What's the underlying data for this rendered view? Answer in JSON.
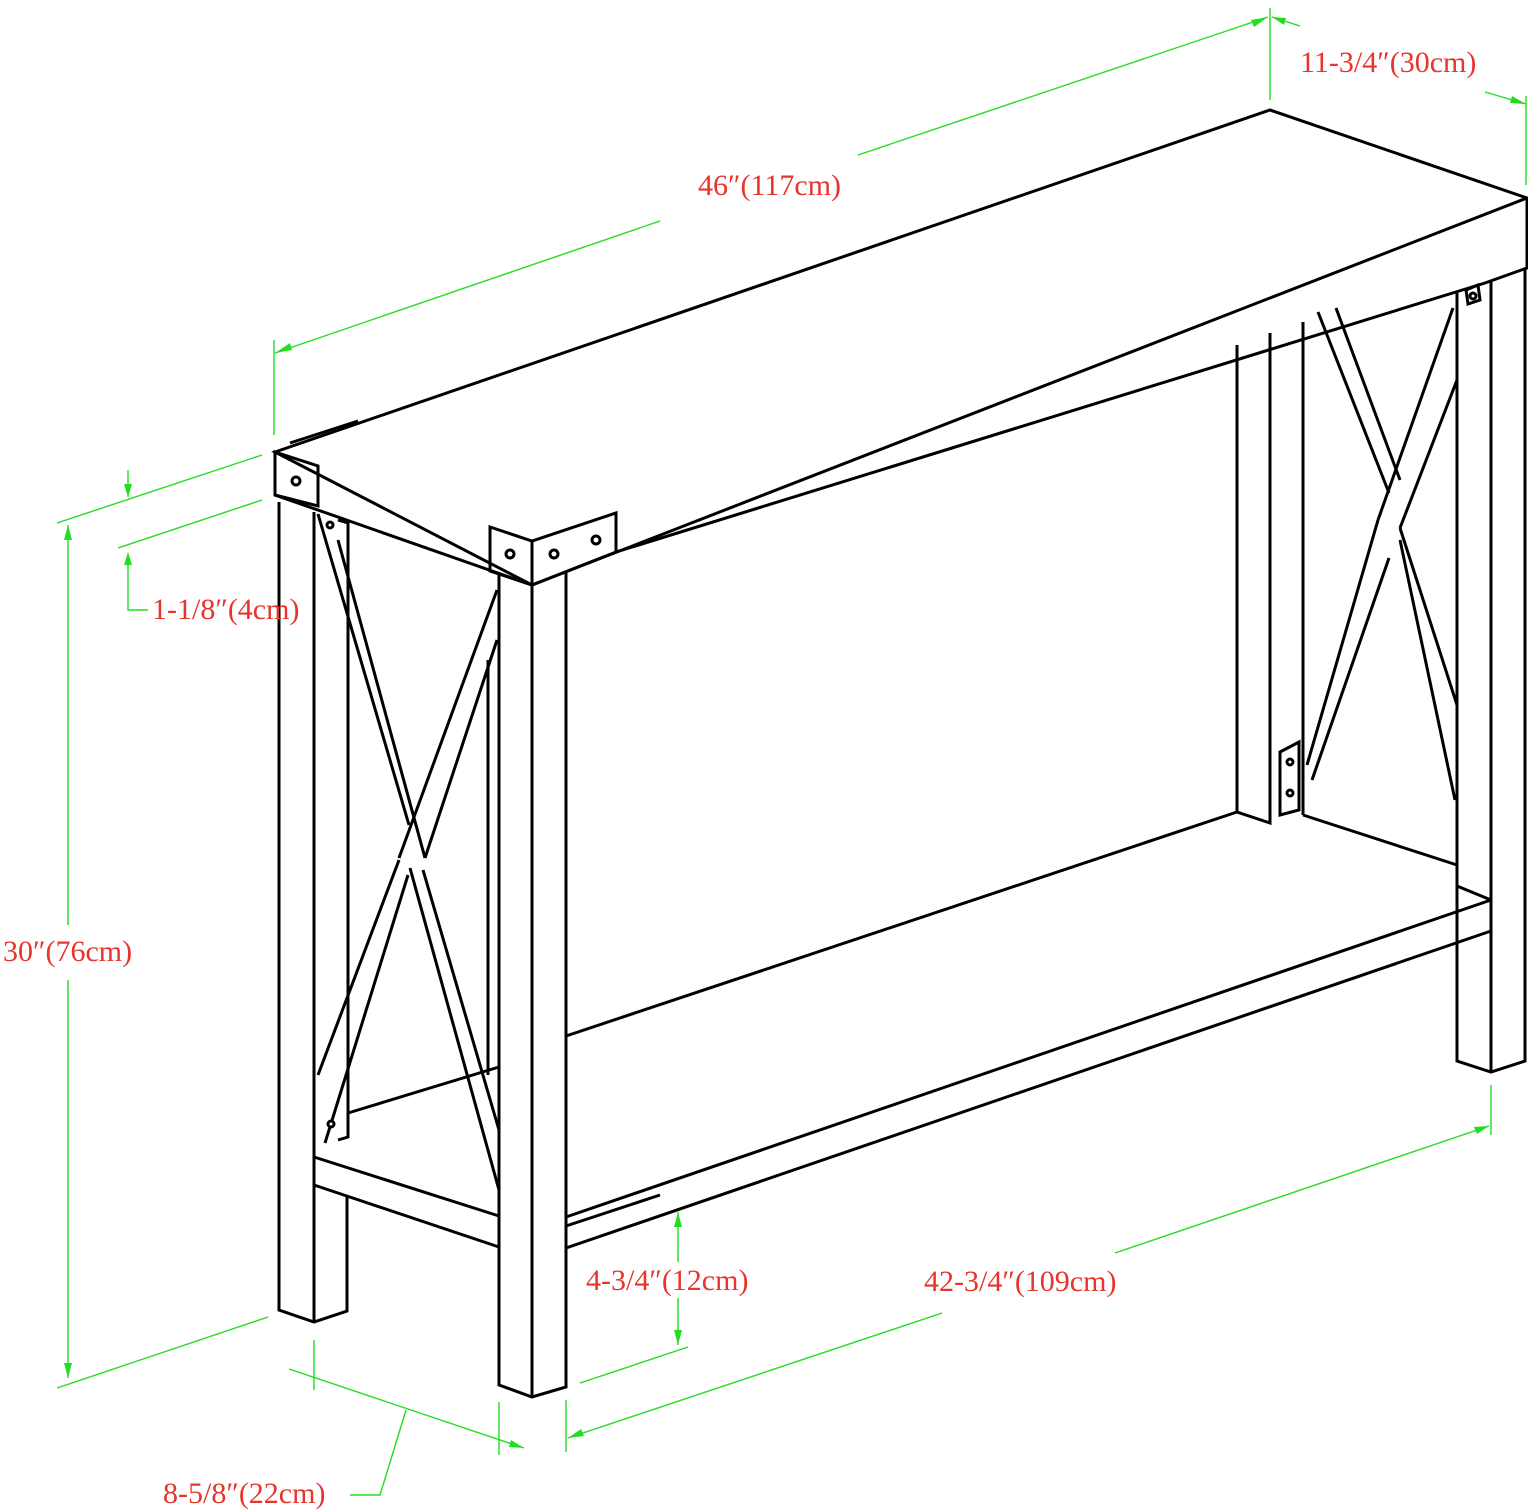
{
  "colors": {
    "outline": "#000000",
    "dimension_line": "#22dd22",
    "dimension_text": "#e8342c",
    "background": "#ffffff"
  },
  "dimensions": {
    "length": "46″(117cm)",
    "depth": "11-3/4″(30cm)",
    "top_thickness": "1-1/8″(4cm)",
    "height": "30″(76cm)",
    "shelf_clearance": "4-3/4″(12cm)",
    "shelf_length": "42-3/4″(109cm)",
    "leg_depth": "8-5/8″(22cm)"
  }
}
